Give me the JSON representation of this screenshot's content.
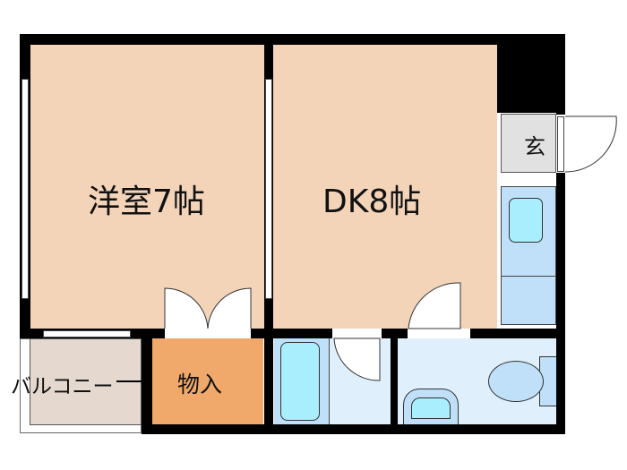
{
  "floorplan": {
    "rooms": [
      {
        "id": "western-room",
        "label": "洋室7帖",
        "type": "bedroom",
        "size_jo": 7
      },
      {
        "id": "dining-kitchen",
        "label": "DK8帖",
        "type": "dining-kitchen",
        "size_jo": 8
      },
      {
        "id": "entrance",
        "label": "玄",
        "type": "entrance"
      },
      {
        "id": "storage",
        "label": "物入",
        "type": "storage"
      },
      {
        "id": "balcony",
        "label": "バルコニー",
        "type": "balcony"
      },
      {
        "id": "bathroom",
        "label": "",
        "type": "bath"
      },
      {
        "id": "toilet-washroom",
        "label": "",
        "type": "toilet"
      }
    ],
    "colors": {
      "room_fill": "#f3d4b9",
      "storage_fill": "#f0a96a",
      "balcony_fill": "#e4d8cf",
      "entrance_fill": "#e1e1e1",
      "wet_fill": "#dff0fc",
      "fixture_fill": "#bfe0f8",
      "fixture_inner": "#a9eefc",
      "wall": "#000000"
    }
  }
}
